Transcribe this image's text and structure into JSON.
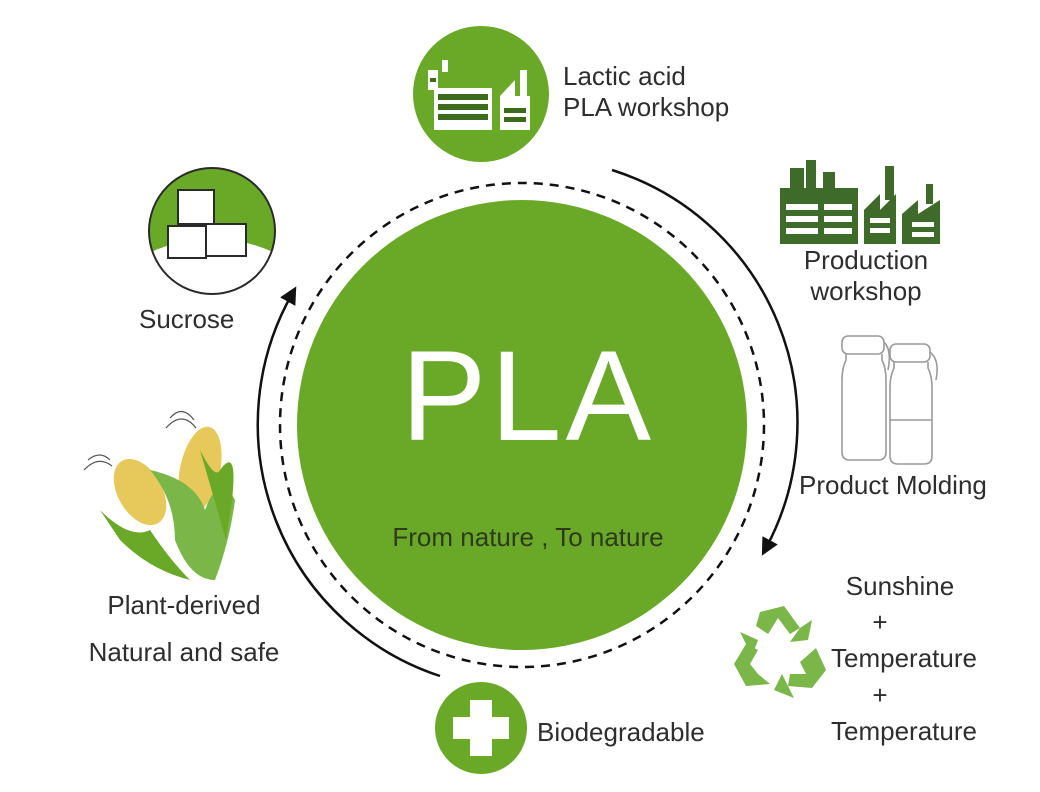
{
  "center": {
    "title": "PLA",
    "subtitle": "From nature , To nature"
  },
  "stages": {
    "lactic_acid": {
      "line1": "Lactic acid",
      "line2": "PLA workshop",
      "icon": "factory-icon"
    },
    "production": {
      "line1": "Production",
      "line2": "workshop",
      "icon": "factory-icon"
    },
    "molding": {
      "label": "Product Molding",
      "icon": "bottles-icon"
    },
    "degrade_conditions": {
      "line1": "Sunshine",
      "op1": "+",
      "line2": "Temperature",
      "op2": "+",
      "line3": "Temperature",
      "icon": "recycle-icon"
    },
    "biodegradable": {
      "label": "Biodegradable",
      "icon": "cross-icon"
    },
    "plant": {
      "line1": "Plant-derived",
      "line2": "Natural and safe",
      "icon": "corn-icon"
    },
    "sucrose": {
      "label": "Sucrose",
      "icon": "sugar-cubes-icon"
    }
  },
  "colors": {
    "green": "#6aa828",
    "dark_green": "#3f6b2a",
    "recycle_green": "#7ab648",
    "corn_yellow": "#e6c95a"
  }
}
